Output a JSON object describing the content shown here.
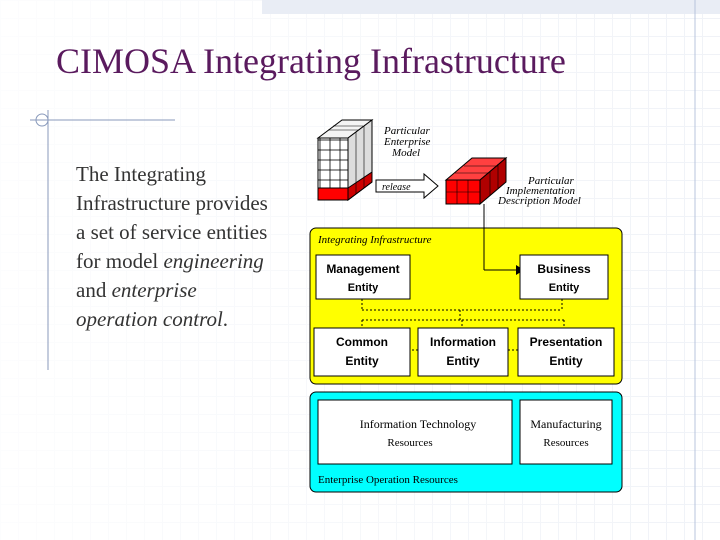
{
  "slide": {
    "title": "CIMOSA Integrating Infrastructure",
    "body": {
      "part1": "The Integrating Infrastructure provides a set of service entities for model ",
      "italic1": "engineering",
      "part2": " and ",
      "italic2": "enterprise operation control",
      "part3": "."
    }
  },
  "diagram": {
    "enterprise_model_label": [
      "Particular",
      "Enterprise",
      "Model"
    ],
    "release_label": "release",
    "implementation_model_label": [
      "Particular",
      "Implementation",
      "Description Model"
    ],
    "infrastructure_label": "Integrating Infrastructure",
    "entities": {
      "management": [
        "Management",
        "Entity"
      ],
      "business": [
        "Business",
        "Entity"
      ],
      "common": [
        "Common",
        "Entity"
      ],
      "information": [
        "Information",
        "Entity"
      ],
      "presentation": [
        "Presentation",
        "Entity"
      ]
    },
    "resources": {
      "it": [
        "Information Technology",
        "Resources"
      ],
      "manufacturing": [
        "Manufacturing",
        "Resources"
      ]
    },
    "resources_label": "Enterprise Operation Resources",
    "colors": {
      "infrastructure": "#ffff00",
      "resources": "#00ffff",
      "cube_red": "#ff0000",
      "title": "#5a1a5e"
    }
  }
}
